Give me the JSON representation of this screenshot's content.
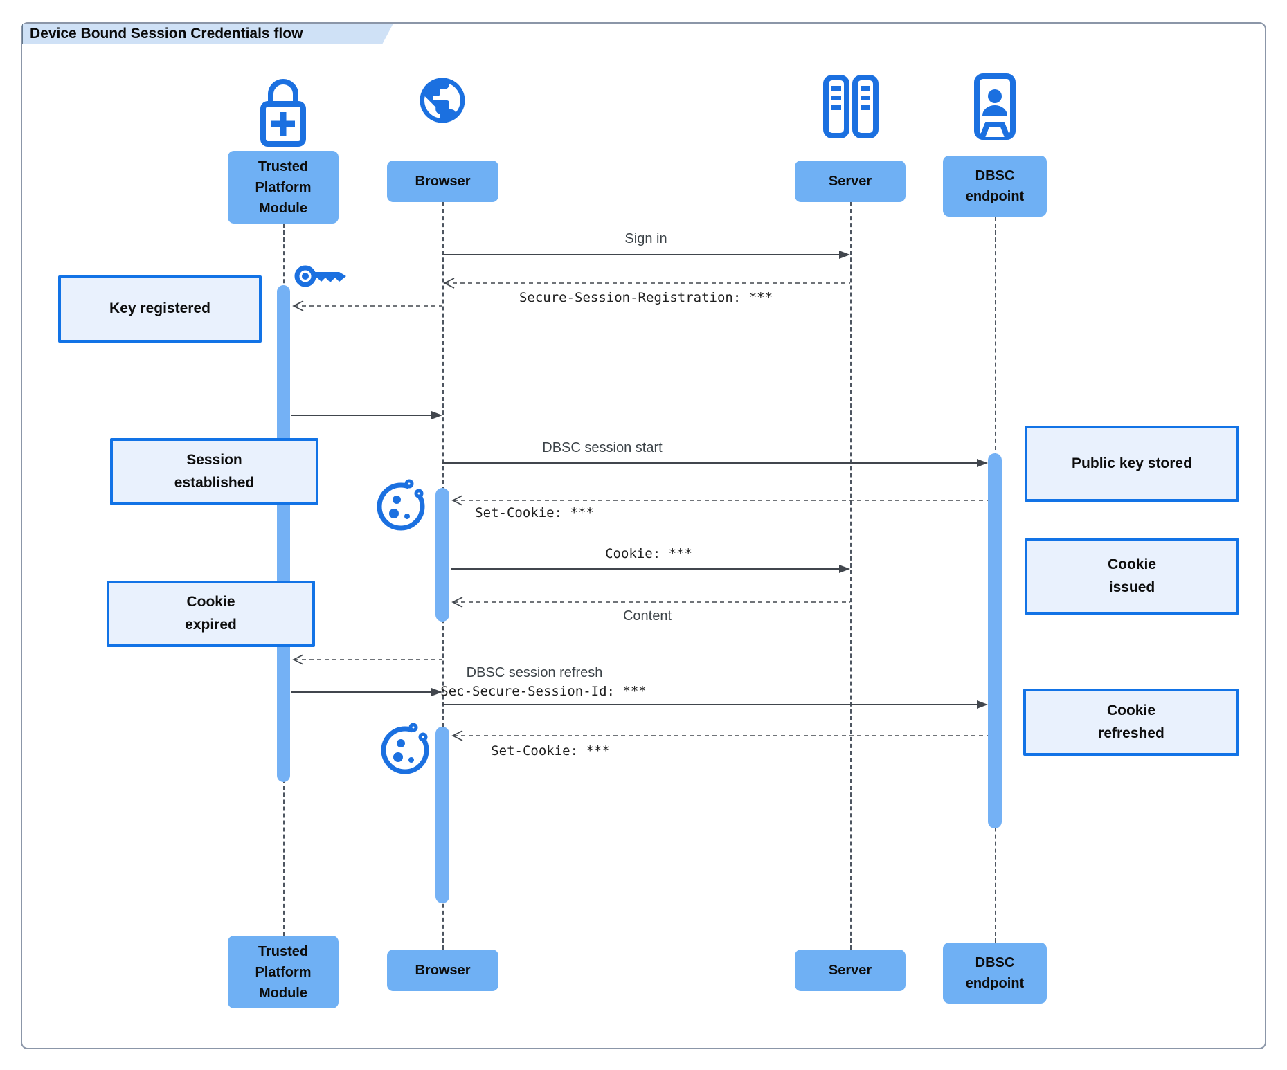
{
  "title": "Device Bound Session Credentials flow",
  "actors": {
    "tpm": {
      "line1": "Trusted",
      "line2": "Platform",
      "line3": "Module",
      "icon": "lock-plus-icon"
    },
    "browser": {
      "label": "Browser",
      "icon": "globe-icon"
    },
    "server": {
      "label": "Server",
      "icon": "server-racks-icon"
    },
    "dbsc": {
      "line1": "DBSC",
      "line2": "endpoint",
      "icon": "door-person-icon"
    }
  },
  "messages": {
    "sign_in": "Sign in",
    "secure_session_registration": "Secure-Session-Registration: ***",
    "dbsc_session_start": "DBSC session start",
    "set_cookie_1": "Set-Cookie: ***",
    "cookie": "Cookie: ***",
    "content": "Content",
    "dbsc_session_refresh": "DBSC session refresh",
    "sec_secure_session_id": "Sec-Secure-Session-Id: ***",
    "set_cookie_2": "Set-Cookie: ***"
  },
  "notes": {
    "key_registered": {
      "line1": "Key registered"
    },
    "session_established": {
      "line1": "Session",
      "line2": "established"
    },
    "cookie_expired": {
      "line1": "Cookie",
      "line2": "expired"
    },
    "public_key_stored": {
      "line1": "Public key stored"
    },
    "cookie_issued": {
      "line1": "Cookie",
      "line2": "issued"
    },
    "cookie_refreshed": {
      "line1": "Cookie",
      "line2": "refreshed"
    }
  },
  "decorations": {
    "key_icon": "key-icon",
    "cookie_icon_1": "cookie-icon",
    "cookie_icon_2": "cookie-icon"
  },
  "colors": {
    "actor_fill": "#6fb0f4",
    "activation_fill": "#74b1f5",
    "note_fill": "#e9f1fd",
    "note_border": "#1273e6",
    "icon_blue": "#1b70e0",
    "arrow_line": "#41464d",
    "title_tab_fill": "#cfe1f6"
  }
}
